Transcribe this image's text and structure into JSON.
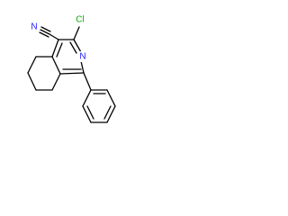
{
  "molecule": {
    "atoms": {
      "chlorine": {
        "symbol": "Cl",
        "color": "#00b000"
      },
      "ring_nitrogen": {
        "symbol": "N",
        "color": "#2020ff"
      },
      "nitrile_nitrogen": {
        "symbol": "N",
        "color": "#2020ff"
      }
    },
    "bond_color": "#000000"
  }
}
